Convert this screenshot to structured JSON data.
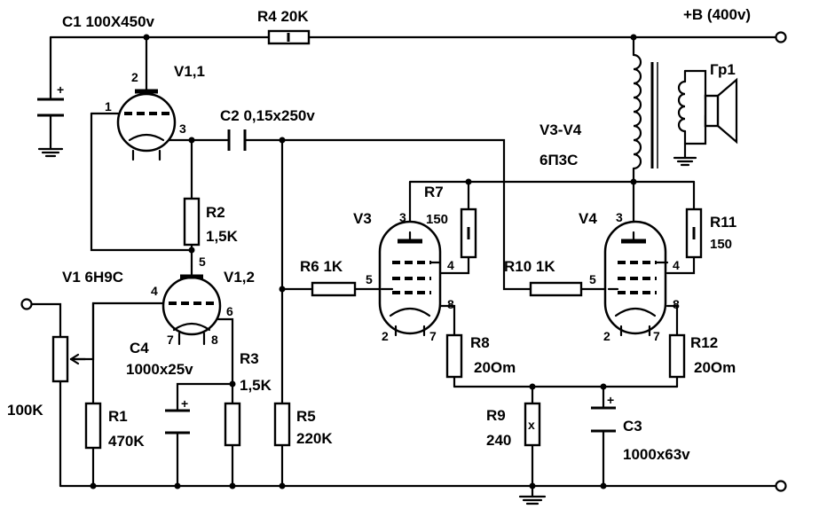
{
  "supply": {
    "label": "+B (400v)"
  },
  "components": {
    "c1": {
      "label": "C1 100X450v",
      "polarity": "+"
    },
    "r4": {
      "label": "R4 20K"
    },
    "v1_1": {
      "label": "V1,1"
    },
    "v1_2": {
      "label": "V1,2"
    },
    "v1": {
      "label": "V1 6H9C"
    },
    "c2": {
      "label": "C2 0,15x250v"
    },
    "r2": {
      "name": "R2",
      "value": "1,5K"
    },
    "r1": {
      "name": "R1",
      "value": "470K"
    },
    "r3": {
      "name": "R3",
      "value": "1,5K"
    },
    "r5": {
      "name": "R5",
      "value": "220K"
    },
    "c4": {
      "name": "C4",
      "value": "1000x25v",
      "polarity": "+"
    },
    "pot": {
      "value": "100K"
    },
    "r6": {
      "label": "R6 1K"
    },
    "r7": {
      "name": "R7",
      "value": "150"
    },
    "r8": {
      "name": "R8",
      "value": "20Om"
    },
    "v3": {
      "label": "V3"
    },
    "r9": {
      "name": "R9",
      "value": "240",
      "mark": "x"
    },
    "c3": {
      "name": "C3",
      "value": "1000x63v",
      "polarity": "+"
    },
    "r10": {
      "label": "R10 1K"
    },
    "v4": {
      "label": "V4"
    },
    "r11": {
      "name": "R11",
      "value": "150"
    },
    "r12": {
      "name": "R12",
      "value": "20Om"
    },
    "v3v4": {
      "name": "V3-V4",
      "type": "6П3С"
    },
    "speaker": {
      "label": "Гр1"
    }
  },
  "pins": {
    "v1_1": {
      "grid": "1",
      "anode": "2",
      "cathode": "3"
    },
    "v1_2": {
      "grid": "4",
      "anode": "5",
      "cathode": "6",
      "heater_a": "7",
      "heater_b": "8"
    },
    "v3": {
      "anode": "3",
      "g2": "4",
      "g1": "5",
      "heater_a": "2",
      "heater_b": "7",
      "cathode": "8"
    },
    "v4": {
      "anode": "3",
      "g2": "4",
      "g1": "5",
      "heater_a": "2",
      "heater_b": "7",
      "cathode": "8"
    }
  }
}
